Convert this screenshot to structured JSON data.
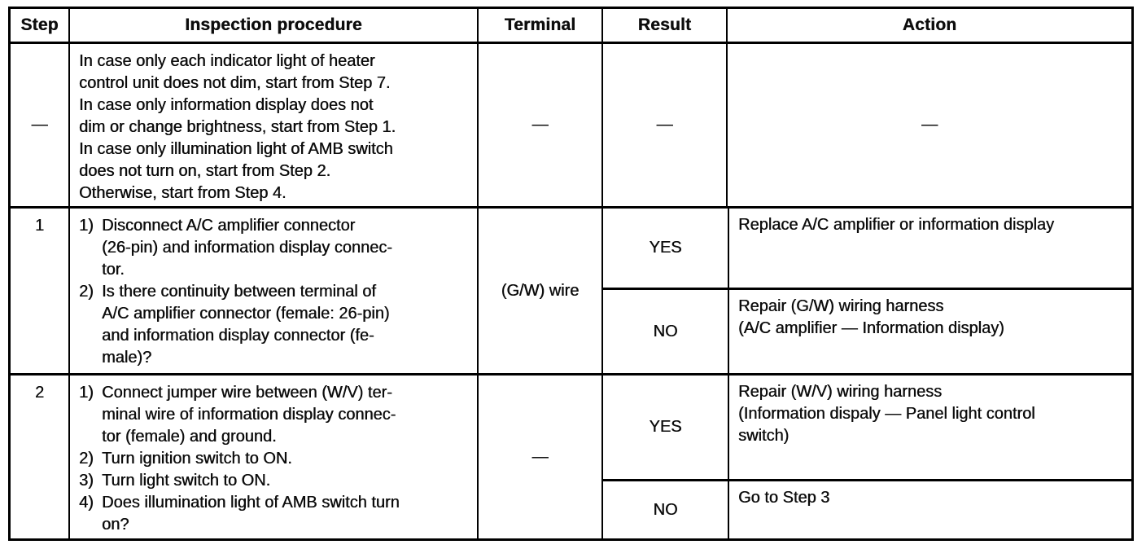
{
  "table": {
    "headers": {
      "step": "Step",
      "procedure": "Inspection procedure",
      "terminal": "Terminal",
      "result": "Result",
      "action": "Action"
    },
    "rows": [
      {
        "step": "—",
        "procedure": "In case only each indicator light of heater\ncontrol unit does not dim, start from Step 7.\nIn case only information display does not\ndim or change brightness, start from Step 1.\nIn case only illumination light of AMB switch\ndoes not turn on, start from Step 2.\nOtherwise, start from Step 4.",
        "terminal": "—",
        "result": "—",
        "action": "—"
      },
      {
        "step": "1",
        "items": [
          {
            "num": "1)",
            "text": "Disconnect A/C amplifier connector\n(26-pin) and information display connec-\ntor."
          },
          {
            "num": "2)",
            "text": "Is there continuity between terminal of\nA/C amplifier connector (female: 26-pin)\nand information display connector (fe-\nmale)?"
          }
        ],
        "terminal": "(G/W) wire",
        "outcomes": [
          {
            "result": "YES",
            "action": "Replace A/C amplifier or information display"
          },
          {
            "result": "NO",
            "action": "Repair (G/W) wiring harness\n(A/C amplifier — Information display)"
          }
        ]
      },
      {
        "step": "2",
        "items": [
          {
            "num": "1)",
            "text": "Connect jumper wire between (W/V) ter-\nminal wire of information display connec-\ntor (female) and ground."
          },
          {
            "num": "2)",
            "text": "Turn ignition switch to ON."
          },
          {
            "num": "3)",
            "text": "Turn light switch to ON."
          },
          {
            "num": "4)",
            "text": "Does illumination light of AMB switch turn\non?"
          }
        ],
        "terminal": "—",
        "outcomes": [
          {
            "result": "YES",
            "action": "Repair (W/V) wiring harness\n(Information dispaly — Panel light control\nswitch)"
          },
          {
            "result": "NO",
            "action": "Go to Step 3"
          }
        ]
      }
    ]
  }
}
